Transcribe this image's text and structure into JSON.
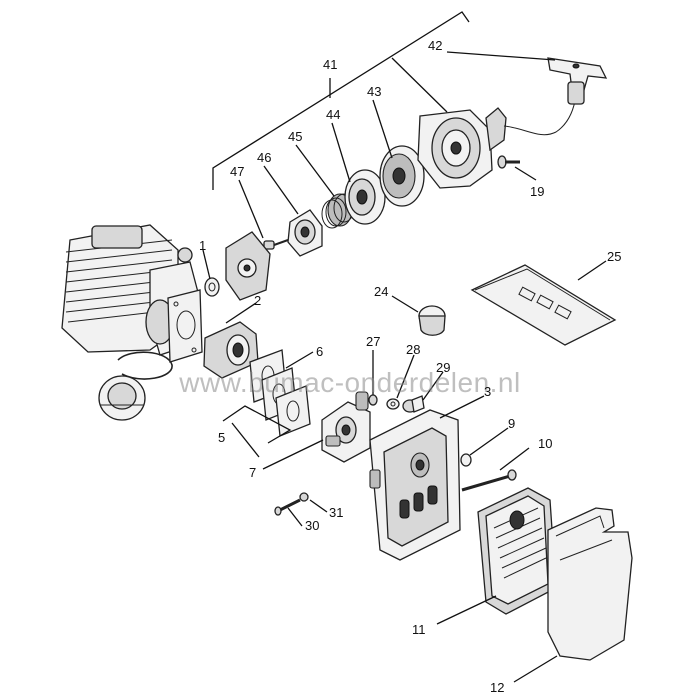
{
  "callouts": {
    "c41": "41",
    "c42": "42",
    "c43": "43",
    "c44": "44",
    "c45": "45",
    "c46": "46",
    "c47": "47",
    "c19": "19",
    "c1": "1",
    "c2": "2",
    "c6": "6",
    "c5": "5",
    "c7": "7",
    "c24": "24",
    "c27": "27",
    "c28": "28",
    "c29": "29",
    "c3": "3",
    "c9": "9",
    "c10": "10",
    "c25": "25",
    "c30": "30",
    "c31": "31",
    "c11": "11",
    "c12": "12"
  },
  "watermark": "www.bumac-onderdelen.nl"
}
